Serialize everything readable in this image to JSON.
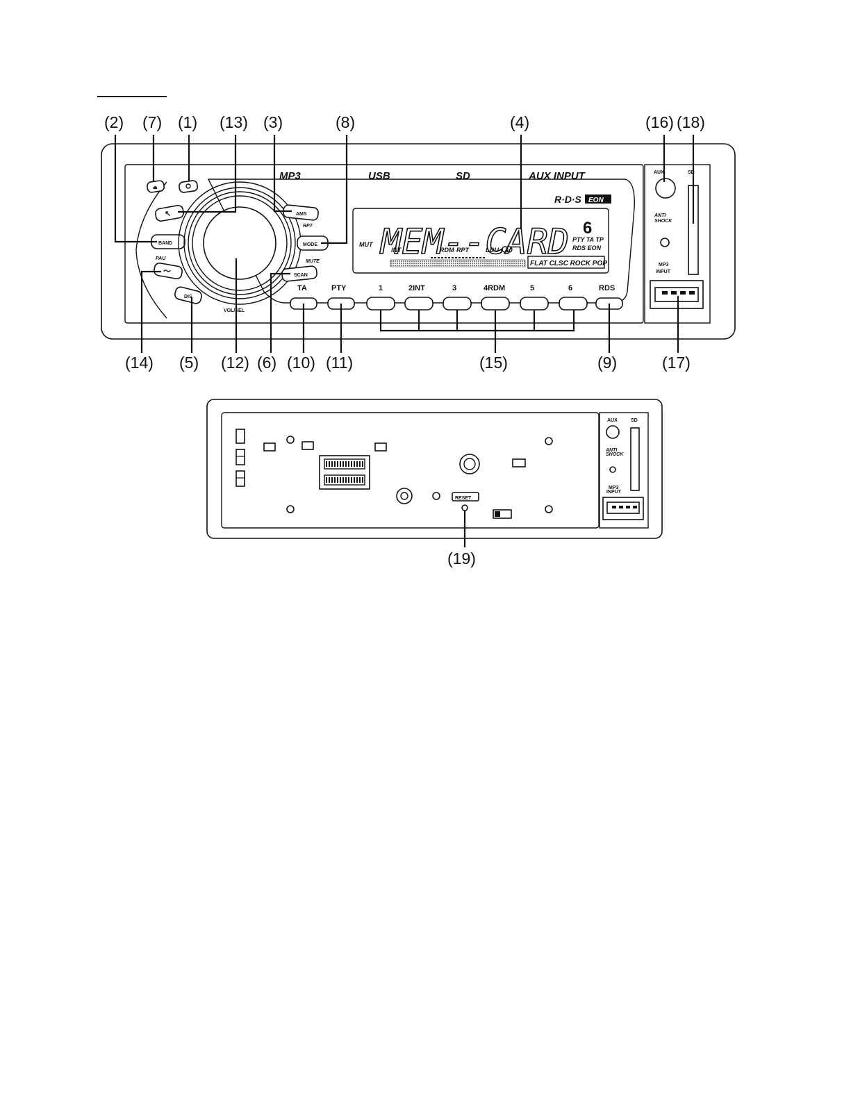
{
  "header_text": "",
  "front_panel": {
    "callouts_top": [
      "(2)",
      "(7)",
      "(1)",
      "(13)",
      "(3)",
      "(8)",
      "(4)",
      "(16)",
      "(18)"
    ],
    "callouts_bottom": [
      "(14)",
      "(5)",
      "(12)",
      "(6)",
      "(10)",
      "(11)",
      "(15)",
      "(9)",
      "(17)"
    ],
    "brand_labels": [
      "MP3",
      "USB",
      "SD",
      "AUX INPUT"
    ],
    "rds_logo": "R·D·S",
    "rds_badge": "EON",
    "buttons": {
      "band": "BAND",
      "ams": "AMS",
      "rpt": "RPT",
      "mode": "MODE",
      "mute": "MUTE",
      "scan": "SCAN",
      "pau": "PAU",
      "dis": "DIS",
      "vol_sel": "VOL/SEL"
    },
    "preset_labels": [
      "TA",
      "PTY",
      "1",
      "2INT",
      "3",
      "4RDM",
      "5",
      "6",
      "RDS"
    ],
    "lcd": {
      "main_text": "MEM--CARD",
      "digit": "6",
      "mut": "MUT",
      "int": "INT",
      "rdm": "RDM",
      "rpt": "RPT",
      "lou": "LOU",
      "pty_ta_tp": "PTY TA TP",
      "rds_eon": "RDS EON",
      "eq_modes": "FLAT CLSC ROCK POP"
    },
    "right_panel": {
      "aux": "AUX",
      "sd": "SD",
      "anti_shock": [
        "ANTI",
        "SHOCK"
      ],
      "mp3_input": [
        "MP3",
        "INPUT"
      ]
    }
  },
  "rear_panel": {
    "callout": "(19)",
    "reset_label": "RESET",
    "aux": "AUX",
    "sd": "SD",
    "anti_shock": [
      "ANTI",
      "SHOCK"
    ],
    "mp3_input": [
      "MP3",
      "INPUT"
    ]
  }
}
